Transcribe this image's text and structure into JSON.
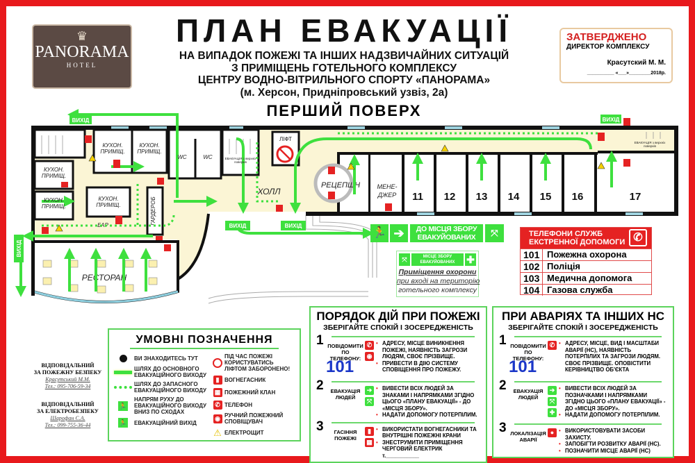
{
  "logo": {
    "brand": "PANORAMA",
    "sub": "HOTEL"
  },
  "header": {
    "title": "ПЛАН ЕВАКУАЦІЇ",
    "subtitle_lines": [
      "НА ВИПАДОК ПОЖЕЖІ ТА ІНШИХ НАДЗВИЧАЙНИХ СИТУАЦІЙ",
      "З ПРИМІЩЕНЬ ГОТЕЛЬНОГО КОМПЛЕКСУ",
      "ЦЕНТРУ ВОДНО-ВІТРИЛЬНОГО СПОРТУ «ПАНОРАМА»",
      "(м. Херсон, Придніпровський узвіз, 2а)"
    ],
    "floor": "ПЕРШИЙ ПОВЕРХ"
  },
  "approval": {
    "title": "ЗАТВЕРДЖЕНО",
    "role": "ДИРЕКТОР КОМПЛЕКСУ",
    "name": "Красутский М. М.",
    "date_line": "__________ «___»________2018р."
  },
  "plan": {
    "exit": "ВИХІД",
    "kitchen": "КУХОН. ПРИМІЩ.",
    "wc": "WC",
    "hall": "ХОЛЛ",
    "wardrobe": "ГАРДЕРОБ",
    "bar": "БАР",
    "restaurant": "РЕСТОРАН",
    "lift": "ЛІФТ",
    "reception": "РЕЦЕПШН",
    "manager": [
      "МЕНЕ-",
      "ДЖЕР"
    ],
    "rooms": [
      "11",
      "12",
      "13",
      "14",
      "15",
      "16",
      "17"
    ],
    "stairs_note": "ЕВАКУАЦІЯ з верхніх поверхів"
  },
  "muster_sign": {
    "lines": [
      "ДО МІСЦЯ ЗБОРУ",
      "ЕВАКУЙОВАНИХ"
    ]
  },
  "muster_box": {
    "sign": [
      "МІСЦЕ ЗБОРУ",
      "ЕВАКУЙОВАНИХ"
    ],
    "lines": [
      "Приміщення охорони",
      "при вході на територію",
      "готельного комплексу"
    ]
  },
  "phones": {
    "title": [
      "ТЕЛЕФОНИ СЛУЖБ",
      "ЕКСТРЕННОЇ ДОПОМОГИ"
    ],
    "rows": [
      {
        "num": "101",
        "name": "Пожежна охорона"
      },
      {
        "num": "102",
        "name": "Поліція"
      },
      {
        "num": "103",
        "name": "Медична допомога"
      },
      {
        "num": "104",
        "name": "Газова служба"
      }
    ]
  },
  "legend": {
    "title": "УМОВНІ ПОЗНАЧЕННЯ",
    "items": [
      "ВИ ЗНАХОДИТЕСЬ ТУТ",
      "ШЛЯХ ДО ОСНОВНОГО ЕВАКУАЦІЙНОГО ВИХОДУ",
      "ШЛЯХ ДО ЗАПАСНОГО ЕВАКУАЦІЙНОГО ВИХОДУ",
      "НАПРЯМ РУХУ ДО ЕВАКУАЦІЙНОГО ВИХОДУ ВНИЗ ПО СХОДАХ",
      "ЕВАКУАЦІЙНИЙ ВИХІД",
      "ПІД ЧАС ПОЖЕЖІ КОРИСТУВАТИСЬ ЛІФТОМ ЗАБОРОНЕНО!",
      "ВОГНЕГАСНИК",
      "ПОЖЕЖНИЙ КЛАН",
      "ТЕЛЕФОН",
      "РУЧНИЙ ПОЖЕЖНИЙ СПОВІЩУВАЧ",
      "ЕЛЕКТРОЩИТ"
    ]
  },
  "responsible": [
    {
      "title": "ВІДПОВІДАЛЬНИЙ",
      "area": "ЗА ПОЖЕЖНУ БЕЗПЕКУ",
      "name": "Красутський М.М.",
      "phone": "Тел.: 095-706-59-34"
    },
    {
      "title": "ВІДПОВІДАЛЬНИЙ",
      "area": "ЗА ЕЛЕКТРОБЕЗПЕКУ",
      "name": "Шарофан С.А.",
      "phone": "Тел.: 099-755-36-44"
    }
  ],
  "fire": {
    "title": "ПОРЯДОК ДІЙ ПРИ ПОЖЕЖІ",
    "subtitle": "ЗБЕРІГАЙТЕ СПОКІЙ І ЗОСЕРЕДЖЕНІСТЬ",
    "phone": "101",
    "steps": [
      {
        "no": "1",
        "label": "ПОВІДОМИТИ ПО ТЕЛЕФОНУ:",
        "items": [
          "АДРЕСУ, МІСЦЕ ВИНИКНЕННЯ ПОЖЕЖІ, НАЯВНІСТЬ ЗАГРОЗИ ЛЮДЯМ, СВОЄ ПРІЗВИЩЕ.",
          "ПРИВЕСТИ В ДІЮ СИСТЕМУ СПОВІЩЕННЯ ПРО ПОЖЕЖУ."
        ]
      },
      {
        "no": "2",
        "label": "ЕВАКУАЦІЯ ЛЮДЕЙ",
        "items": [
          "ВИВЕСТИ ВСІХ ЛЮДЕЙ ЗА ЗНАКАМИ І НАПРЯМКАМИ ЗГІДНО ЦЬОГО «ПЛАНУ ЕВАКУАЦІЇ» - ДО «МІСЦЯ ЗБОРУ».",
          "НАДАТИ ДОПОМОГУ ПОТЕРПІЛИМ."
        ]
      },
      {
        "no": "3",
        "label": "ГАСІННЯ ПОЖЕЖІ",
        "items": [
          "ВИКОРИСТАТИ ВОГНЕГАСНИКИ ТА ВНУТРІШНІ ПОЖЕЖНІ КРАНИ",
          "ЗНЕСТРУМИТИ ПРИМІЩЕННЯ ЧЕРГОВИЙ ЕЛЕКТРИК т.___________"
        ]
      }
    ]
  },
  "accident": {
    "title": "ПРИ АВАРІЯХ ТА ІНШИХ НС",
    "subtitle": "ЗБЕРІГАЙТЕ СПОКІЙ І ЗОСЕРЕДЖЕНІСТЬ",
    "phone": "101",
    "steps": [
      {
        "no": "1",
        "label": "ПОВІДОМИТИ ПО ТЕЛЕФОНУ:",
        "items": [
          "АДРЕСУ, МІСЦЕ, ВИД І МАСШТАБИ АВАРІЇ (НС), НАЯВНІСТЬ ПОТЕРПІЛИХ ТА ЗАГРОЗИ ЛЮДЯМ. СВОЄ ПРІЗВИЩЕ. ОПОВІСТИТИ КЕРІВНИЦТВО ОБ'ЄКТА"
        ]
      },
      {
        "no": "2",
        "label": "ЕВАКУАЦІЯ ЛЮДЕЙ",
        "items": [
          "ВИВЕСТИ ВСІХ ЛЮДЕЙ ЗА ПОЗНАЧКАМИ І НАПРЯМКАМИ ЗГІДНО ЦЬОГО «ПЛАНУ ЕВАКУАЦІЇ» - ДО «МІСЦЯ ЗБОРУ».",
          "НАДАТИ ДОПОМОГУ ПОТЕРПІЛИМ."
        ]
      },
      {
        "no": "3",
        "label": "ЛОКАЛІЗАЦІЯ АВАРІЇ",
        "items": [
          "ВИКОРИСТОВУВАТИ ЗАСОБИ ЗАХИСТУ.",
          "ЗАПОБІГТИ РОЗВИТКУ АВАРІЇ (НС).",
          "ПОЗНАЧИТИ МІСЦЕ АВАРІЇ (НС)"
        ]
      }
    ]
  },
  "colors": {
    "frame": "#e8191c",
    "exit_green": "#3ee03e",
    "fire_red": "#e52222",
    "hall": "#fbf5d5",
    "phone_blue": "#1a36c8"
  }
}
